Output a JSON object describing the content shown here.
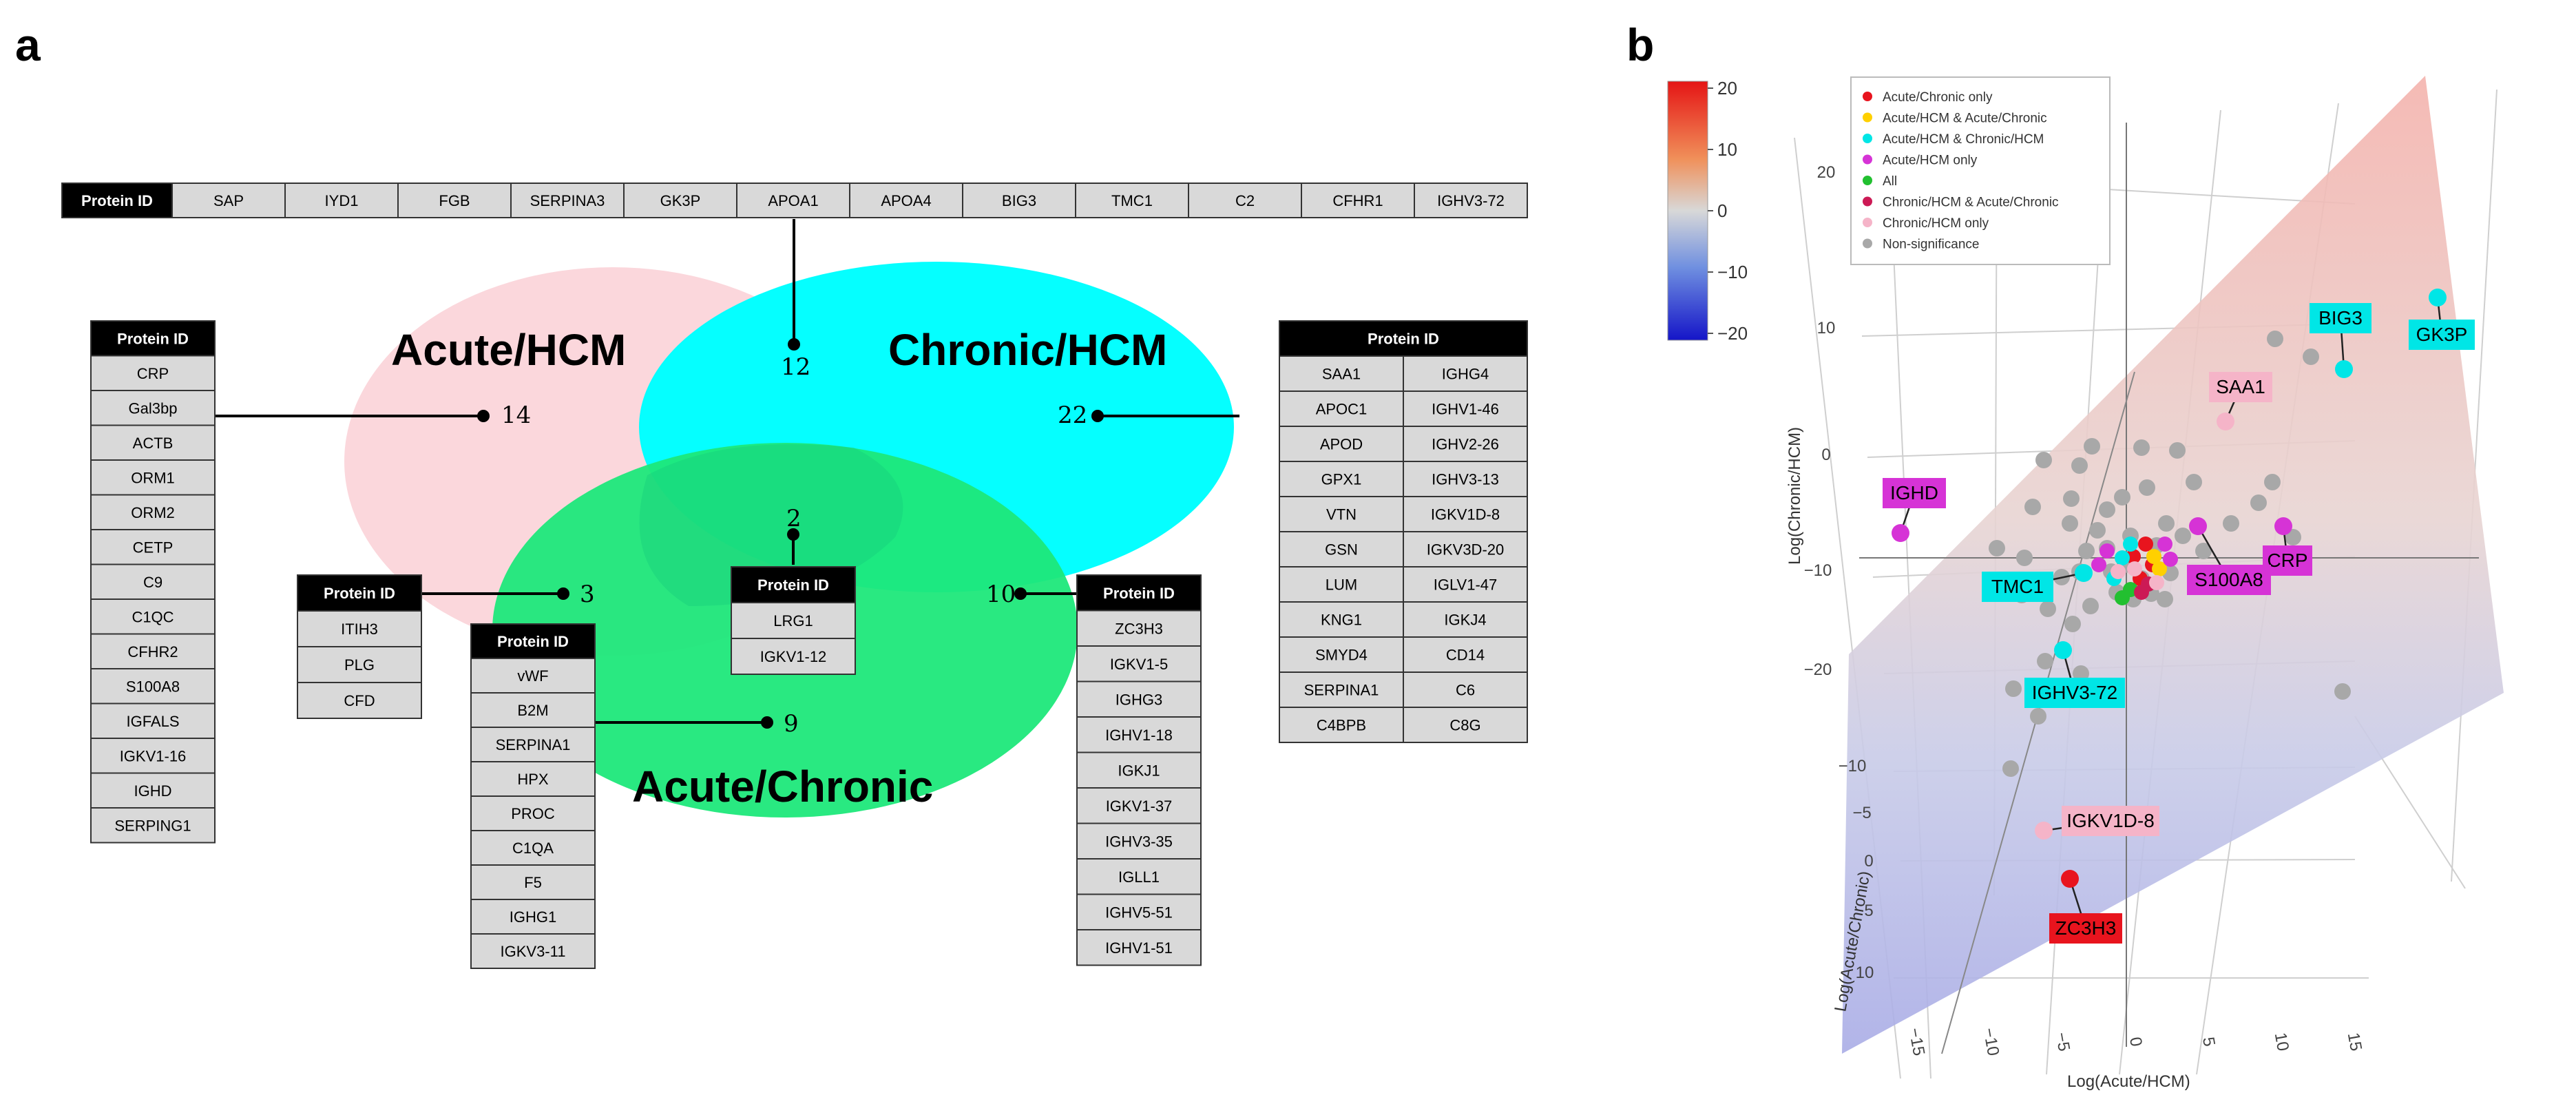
{
  "panels": {
    "a": {
      "label": "a",
      "venn": {
        "acute_hcm": {
          "label": "Acute/HCM",
          "color": "#fbd7dc"
        },
        "chronic_hcm": {
          "label": "Chronic/HCM",
          "color": "#00ffff"
        },
        "acute_chronic": {
          "label": "Acute/Chronic",
          "color": "#1ee87a"
        },
        "counts": {
          "acute_hcm_only": "14",
          "chronic_hcm_only": "22",
          "acute_chronic_only": "9",
          "acute_hcm_chronic_hcm": "12",
          "acute_hcm_acute_chronic": "3",
          "chronic_hcm_acute_chronic": "10",
          "all": "2"
        }
      },
      "tables": {
        "header": "Protein ID",
        "top": [
          "SAP",
          "IYD1",
          "FGB",
          "SERPINA3",
          "GK3P",
          "APOA1",
          "APOA4",
          "BIG3",
          "TMC1",
          "C2",
          "CFHR1",
          "IGHV3-72"
        ],
        "left": [
          "CRP",
          "Gal3bp",
          "ACTB",
          "ORM1",
          "ORM2",
          "CETP",
          "C9",
          "C1QC",
          "CFHR2",
          "S100A8",
          "IGFALS",
          "IGKV1-16",
          "IGHD",
          "SERPING1"
        ],
        "right_col1": [
          "SAA1",
          "APOC1",
          "APOD",
          "GPX1",
          "VTN",
          "GSN",
          "LUM",
          "KNG1",
          "SMYD4",
          "SERPINA1",
          "C4BPB"
        ],
        "right_col2": [
          "IGHG4",
          "IGHV1-46",
          "IGHV2-26",
          "IGHV3-13",
          "IGKV1D-8",
          "IGKV3D-20",
          "IGLV1-47",
          "IGKJ4",
          "CD14",
          "C6",
          "C8G"
        ],
        "three": [
          "ITIH3",
          "PLG",
          "CFD"
        ],
        "nine": [
          "vWF",
          "B2M",
          "SERPINA1",
          "HPX",
          "PROC",
          "C1QA",
          "F5",
          "IGHG1",
          "IGKV3-11"
        ],
        "two": [
          "LRG1",
          "IGKV1-12"
        ],
        "ten": [
          "ZC3H3",
          "IGKV1-5",
          "IGHG3",
          "IGHV1-18",
          "IGKJ1",
          "IGKV1-37",
          "IGHV3-35",
          "IGLL1",
          "IGHV5-51",
          "IGHV1-51"
        ]
      }
    },
    "b": {
      "label": "b",
      "colorbar": {
        "ticks": [
          "20",
          "10",
          "0",
          "−10",
          "−20"
        ]
      },
      "legend": [
        {
          "label": "Acute/Chronic only",
          "color": "#e8141e"
        },
        {
          "label": "Acute/HCM & Acute/Chronic",
          "color": "#ffd000"
        },
        {
          "label": "Acute/HCM & Chronic/HCM",
          "color": "#00e6e6"
        },
        {
          "label": "Acute/HCM only",
          "color": "#d633d6"
        },
        {
          "label": "All",
          "color": "#22c030"
        },
        {
          "label": "Chronic/HCM & Acute/Chronic",
          "color": "#cc1a55"
        },
        {
          "label": "Chronic/HCM only",
          "color": "#f5b4c8"
        },
        {
          "label": "Non-significance",
          "color": "#a8a8a8"
        }
      ],
      "axes": {
        "z_label": "Log(Chronic/HCM)",
        "y_label": "Log(Acute/Chronic)",
        "x_label": "Log(Acute/HCM)",
        "z_ticks": [
          "20",
          "10",
          "0",
          "−10",
          "−20"
        ],
        "y_ticks": [
          "−10",
          "−5",
          "0",
          "5",
          "10"
        ],
        "x_ticks": [
          "−15",
          "−10",
          "−5",
          "0",
          "5",
          "10",
          "15"
        ]
      },
      "labeled_points": [
        {
          "name": "BIG3",
          "color": "#00e6e6"
        },
        {
          "name": "GK3P",
          "color": "#00e6e6"
        },
        {
          "name": "SAA1",
          "color": "#f5b4c8"
        },
        {
          "name": "IGHD",
          "color": "#d633d6"
        },
        {
          "name": "CRP",
          "color": "#d633d6"
        },
        {
          "name": "S100A8",
          "color": "#d633d6"
        },
        {
          "name": "TMC1",
          "color": "#00e6e6"
        },
        {
          "name": "IGHV3-72",
          "color": "#00e6e6"
        },
        {
          "name": "IGKV1D-8",
          "color": "#f5b4c8"
        },
        {
          "name": "ZC3H3",
          "color": "#e8141e"
        }
      ]
    }
  }
}
